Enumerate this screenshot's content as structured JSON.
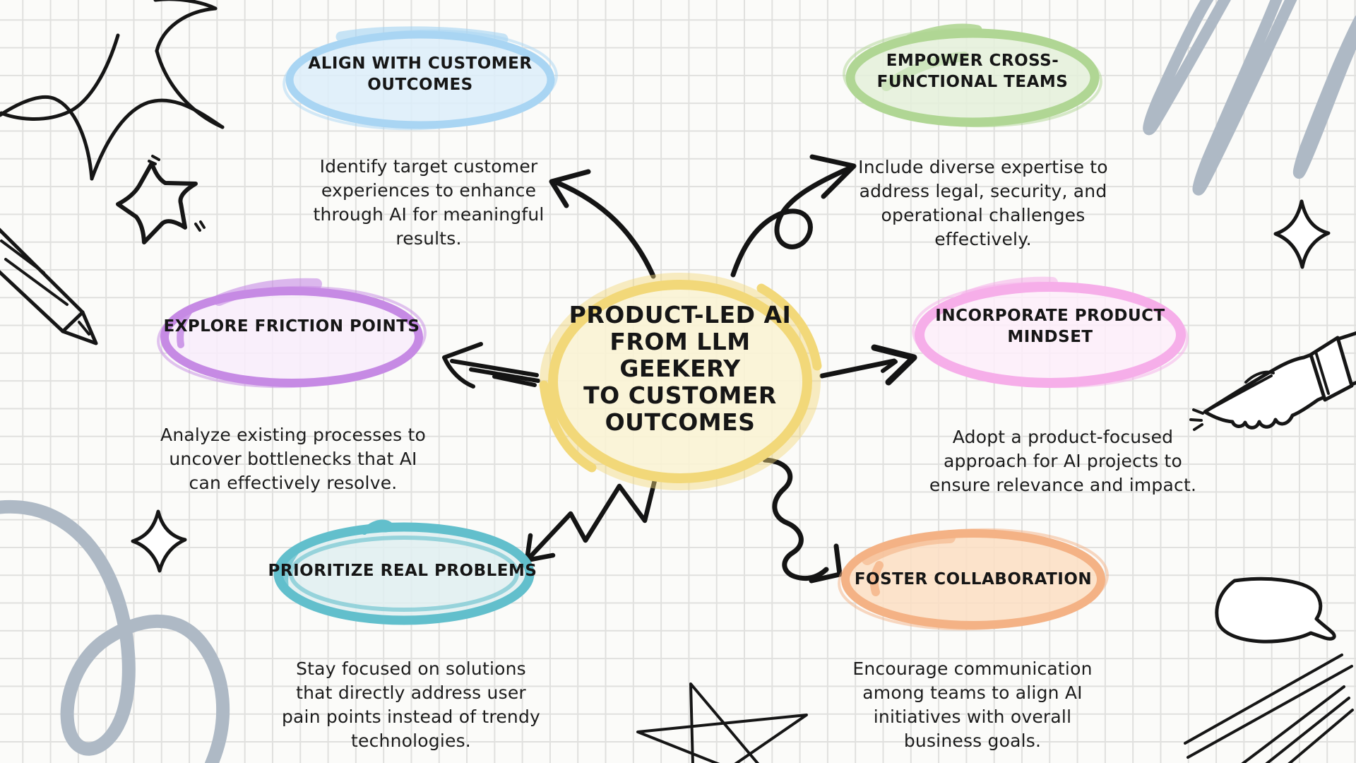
{
  "title": "Product-Led AI mind map",
  "center": {
    "id": "central-topic",
    "title": "PRODUCT-LED AI\nFROM LLM GEEKERY\nTO CUSTOMER\nOUTCOMES",
    "color_fill": "#FAF3D4",
    "color_stroke": "#F2D879"
  },
  "nodes": [
    {
      "id": "align-with-customer-outcomes",
      "title": "ALIGN WITH CUSTOMER\nOUTCOMES",
      "description": "Identify target customer\nexperiences to enhance\nthrough AI for meaningful\nresults.",
      "color_fill": "#DCEDFA",
      "color_stroke": "#A9D5F3"
    },
    {
      "id": "empower-cross-functional-teams",
      "title": "EMPOWER CROSS-\nFUNCTIONAL TEAMS",
      "description": "Include diverse expertise to\naddress legal, security, and\noperational challenges\neffectively.",
      "color_fill": "#E4F0DA",
      "color_stroke": "#B0D694"
    },
    {
      "id": "explore-friction-points",
      "title": "EXPLORE FRICTION POINTS",
      "description": "Analyze existing processes to\nuncover bottlenecks that AI\ncan effectively resolve.",
      "color_fill": "#F8ECFC",
      "color_stroke": "#C68AE4"
    },
    {
      "id": "incorporate-product-mindset",
      "title": "INCORPORATE PRODUCT\nMINDSET",
      "description": "Adopt a product-focused\napproach for AI projects to\nensure relevance and impact.",
      "color_fill": "#FDEDFA",
      "color_stroke": "#F6AEE9"
    },
    {
      "id": "prioritize-real-problems",
      "title": "PRIORITIZE REAL PROBLEMS",
      "description": "Stay focused on solutions\nthat directly address user\npain points instead of trendy\ntechnologies.",
      "color_fill": "#DFEEF1",
      "color_stroke": "#62BFCC"
    },
    {
      "id": "foster-collaboration",
      "title": "FOSTER COLLABORATION",
      "description": "Encourage communication\namong teams to align AI\ninitiatives with overall\nbusiness goals.",
      "color_fill": "#FBDEC3",
      "color_stroke": "#F4B285"
    }
  ],
  "ink_color": "#161616",
  "scribble_color": "#AEB9C5",
  "decorations": [
    "starburst-doodle",
    "star-doodle",
    "pencil-icon",
    "loop-scribble",
    "sparkle-diamond-left",
    "sparkle-diamond-right",
    "gray-scribble-top-right",
    "hand-pointer-icon",
    "speech-bubble-icon",
    "hatch-lines-doodle",
    "pentagram-star-doodle",
    "arrow-up-left",
    "arrow-up-right-loop",
    "arrow-left",
    "arrow-right",
    "arrow-zigzag-down-left",
    "arrow-wavy-down-right"
  ]
}
